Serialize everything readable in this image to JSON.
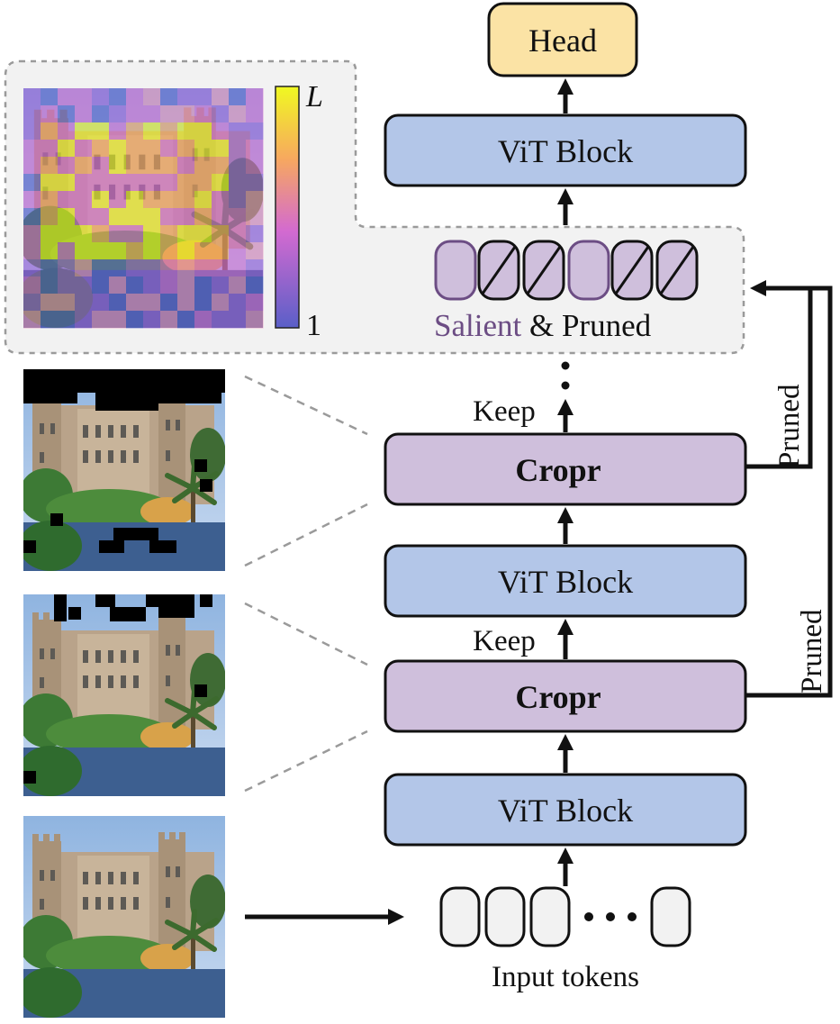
{
  "blocks": {
    "head": "Head",
    "vit": "ViT Block",
    "cropr": "Cropr"
  },
  "labels": {
    "keep": "Keep",
    "pruned": "Pruned",
    "salient": "Salient",
    "and_pruned": " & Pruned",
    "input_tokens": "Input tokens",
    "colorbar_max": "L",
    "colorbar_min": "1"
  },
  "colors": {
    "head_fill": "#fbe3a5",
    "vit_fill": "#b3c6e8",
    "cropr_fill": "#cfbfdc",
    "salient_text": "#6c4d84",
    "token_fill": "#f2f2f2",
    "panel_fill": "#f2f2f2"
  },
  "icons": [
    "castle-image",
    "saliency-heatmap",
    "pruned-token-slash",
    "arrow-up"
  ]
}
